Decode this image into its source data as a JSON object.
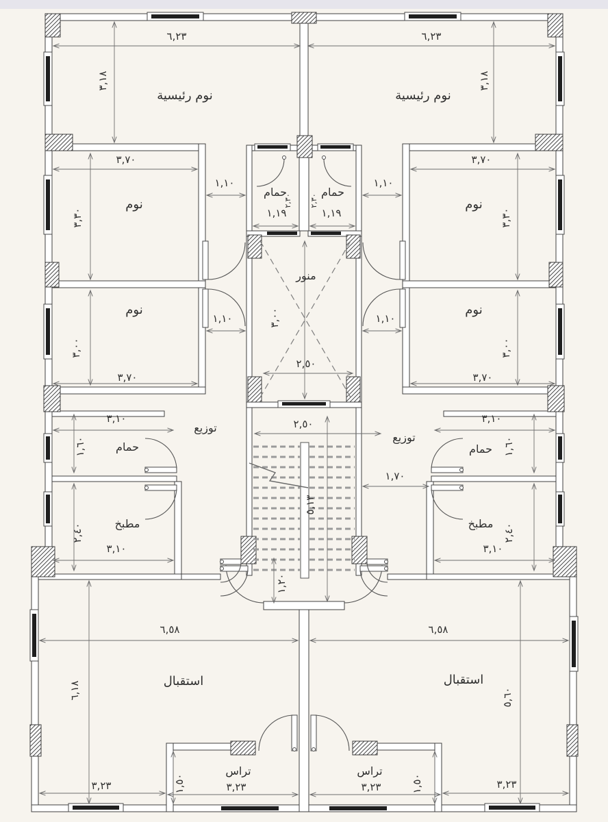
{
  "rooms": {
    "master_bedroom": "نوم رئيسية",
    "bedroom": "نوم",
    "bathroom": "حمام",
    "lightwell": "منور",
    "hall": "توزيع",
    "kitchen": "مطبخ",
    "reception": "استقبال",
    "terrace": "تراس"
  },
  "dims": {
    "d623": "٦,٢٣",
    "d318": "٣,١٨",
    "d370": "٣,٧٠",
    "d330": "٣,٣٠",
    "d300": "٣,٠٠",
    "d110": "١,١٠",
    "d119": "١,١٩",
    "d230": "٢,٣٠",
    "d250": "٢,٥٠",
    "d310": "٣,١٠",
    "d160": "١,٦٠",
    "d170": "١,٧٠",
    "d240": "٢,٤٠",
    "d513": "٥,١٣",
    "d120": "١,٢٠",
    "d658": "٦,٥٨",
    "d618": "٦,١٨",
    "d560": "٥,٦٠",
    "d323": "٣,٢٣",
    "d150": "١,٥٠"
  },
  "colors": {
    "wall_line": "#404040",
    "dim_line": "#6e6e6e",
    "tread": "#9a9a9a",
    "window_bar": "#1f1f1f",
    "paper": "#f7f4ee",
    "top_band": "#e6e5ec"
  }
}
